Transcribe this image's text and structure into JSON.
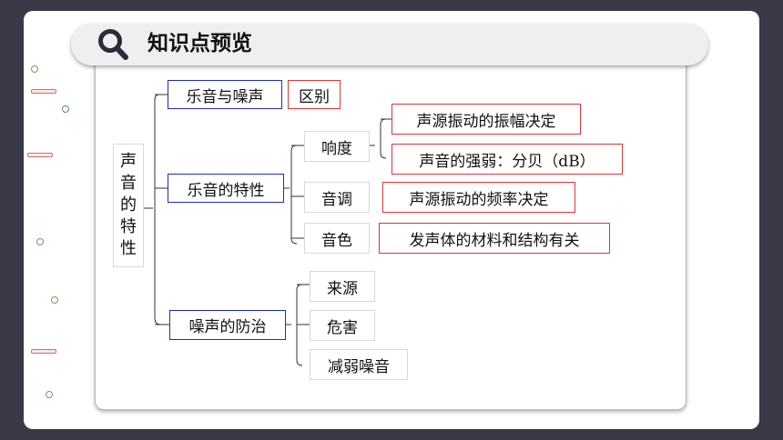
{
  "header": {
    "title": "知识点预览"
  },
  "mindmap": {
    "root": [
      "声",
      "音",
      "的",
      "特",
      "性"
    ],
    "branch1": {
      "label": "乐音与噪声",
      "detail": "区别"
    },
    "branch2": {
      "label": "乐音的特性",
      "loudness": {
        "label": "响度",
        "detail1": "声源振动的振幅决定",
        "detail2": "声音的强弱：分贝（dB）"
      },
      "pitch": {
        "label": "音调",
        "detail": "声源振动的频率决定"
      },
      "timbre": {
        "label": "音色",
        "detail": "发声体的材料和结构有关"
      }
    },
    "branch3": {
      "label": "噪声的防治",
      "items": [
        "来源",
        "危害",
        "减弱噪音"
      ]
    }
  }
}
